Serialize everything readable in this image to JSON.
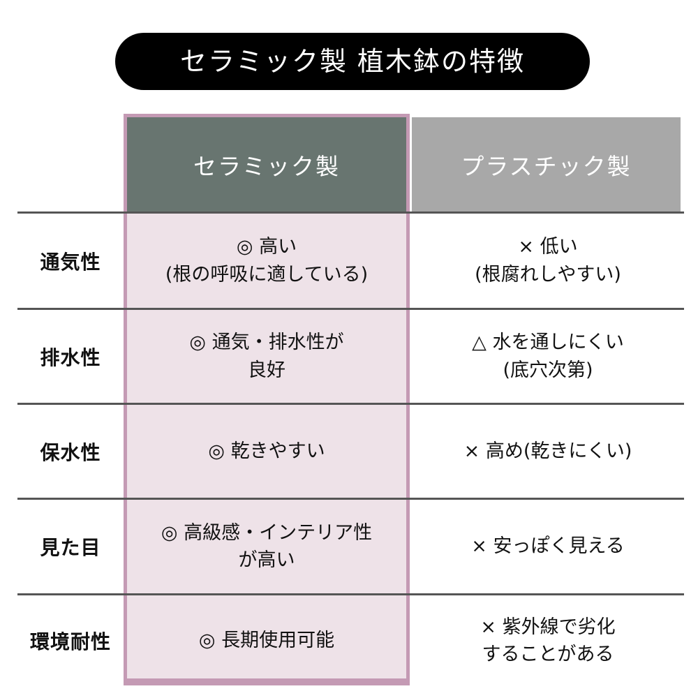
{
  "title": {
    "text": "セラミック製 植木鉢の特徴"
  },
  "colors": {
    "title_background": "#000000",
    "title_text": "#ffffff",
    "header_ceramic_background": "#687570",
    "header_plastic_background": "#a8a8a8",
    "highlight_border": "#c49ab4",
    "ceramic_cell_background": "#eee2e8",
    "row_rule": "#555555",
    "page_background": "#ffffff"
  },
  "table": {
    "columns": [
      {
        "key": "feature",
        "label": ""
      },
      {
        "key": "ceramic",
        "label": "セラミック製"
      },
      {
        "key": "plastic",
        "label": "プラスチック製"
      }
    ],
    "rows": [
      {
        "feature": "通気性",
        "ceramic": {
          "lines": [
            "◎ 高い",
            "(根の呼吸に適している)"
          ],
          "mark": "◎"
        },
        "plastic": {
          "lines": [
            "× 低い",
            "(根腐れしやすい)"
          ],
          "mark": "×"
        }
      },
      {
        "feature": "排水性",
        "ceramic": {
          "lines": [
            "◎ 通気・排水性が",
            "良好"
          ],
          "mark": "◎"
        },
        "plastic": {
          "lines": [
            "△ 水を通しにくい",
            "(底穴次第)"
          ],
          "mark": "△"
        }
      },
      {
        "feature": "保水性",
        "ceramic": {
          "lines": [
            "◎ 乾きやすい"
          ],
          "mark": "◎"
        },
        "plastic": {
          "lines": [
            "× 高め(乾きにくい)"
          ],
          "mark": "×"
        }
      },
      {
        "feature": "見た目",
        "ceramic": {
          "lines": [
            "◎ 高級感・インテリア性",
            "が高い"
          ],
          "mark": "◎"
        },
        "plastic": {
          "lines": [
            "× 安っぽく見える"
          ],
          "mark": "×"
        }
      },
      {
        "feature": "環境耐性",
        "ceramic": {
          "lines": [
            "◎ 長期使用可能"
          ],
          "mark": "◎"
        },
        "plastic": {
          "lines": [
            "× 紫外線で劣化",
            "することがある"
          ],
          "mark": "×"
        }
      }
    ]
  }
}
